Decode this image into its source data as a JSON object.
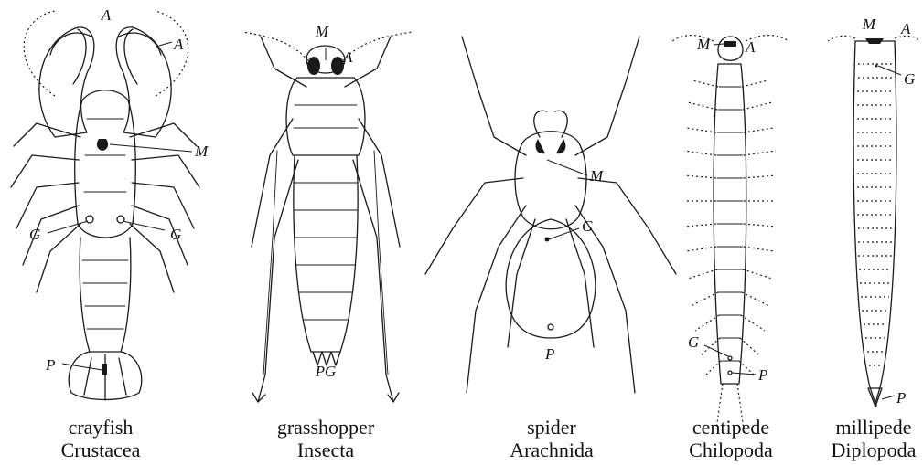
{
  "figure": {
    "panels": [
      {
        "id": "crayfish",
        "common_name": "crayfish",
        "class_name": "Crustacea",
        "labels": {
          "antenna": "A",
          "antenna2": "A",
          "mouth": "M",
          "gonopore_left": "G",
          "gonopore_right": "G",
          "anus": "P"
        }
      },
      {
        "id": "grasshopper",
        "common_name": "grasshopper",
        "class_name": "Insecta",
        "labels": {
          "antenna": "A",
          "mouth": "M",
          "anus_gonopore": "PG"
        }
      },
      {
        "id": "spider",
        "common_name": "spider",
        "class_name": "Arachnida",
        "labels": {
          "mouth": "M",
          "gonopore": "G",
          "anus": "P"
        }
      },
      {
        "id": "centipede",
        "common_name": "centipede",
        "class_name": "Chilopoda",
        "labels": {
          "mouth": "M",
          "antenna": "A",
          "gonopore": "G",
          "anus": "P"
        }
      },
      {
        "id": "millipede",
        "common_name": "millipede",
        "class_name": "Diplopoda",
        "labels": {
          "mouth": "M",
          "antenna": "A",
          "gonopore": "G",
          "anus": "P"
        }
      }
    ]
  }
}
